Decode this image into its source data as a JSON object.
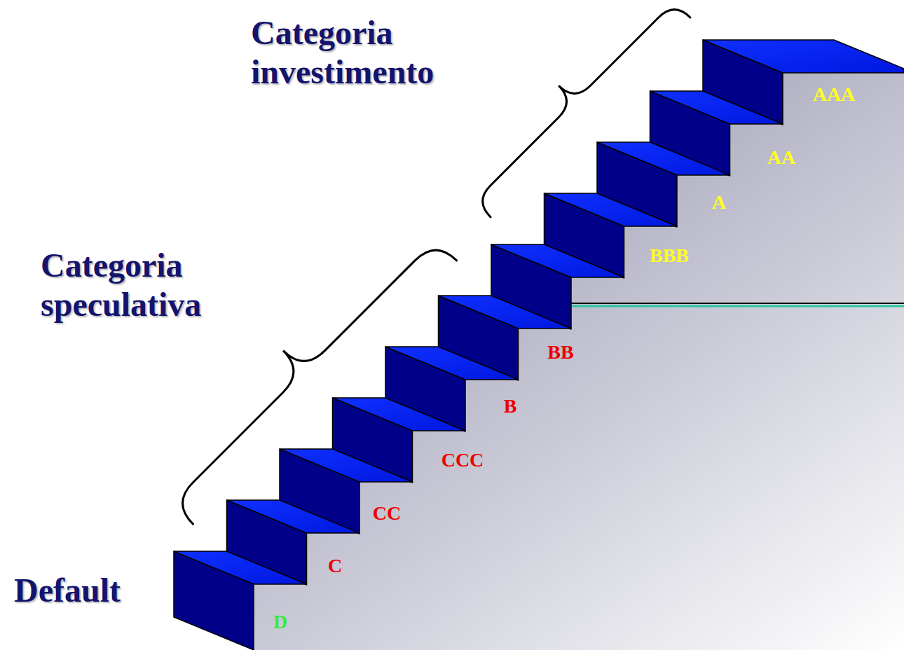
{
  "diagram": {
    "labels": [
      "Categoria investimento",
      "Categoria speculativa",
      "AAA",
      "AA",
      "A",
      "BBB",
      "BB",
      "B",
      "CCC",
      "CC",
      "C",
      "Default",
      "D"
    ]
  }
}
